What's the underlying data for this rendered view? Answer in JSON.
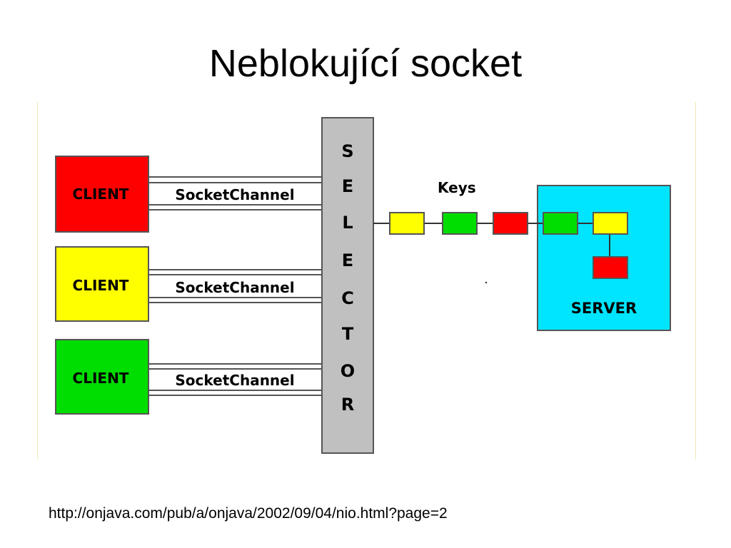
{
  "title": "Neblokující socket",
  "diagram": {
    "clients": [
      {
        "label": "CLIENT",
        "color": "#ff0000",
        "channel_label": "SocketChannel"
      },
      {
        "label": "CLIENT",
        "color": "#ffff00",
        "channel_label": "SocketChannel"
      },
      {
        "label": "CLIENT",
        "color": "#00dd00",
        "channel_label": "SocketChannel"
      }
    ],
    "selector": {
      "letters": [
        "S",
        "E",
        "L",
        "E",
        "C",
        "T",
        "O",
        "R"
      ],
      "color": "#c0c0c0"
    },
    "keys_label": "Keys",
    "keys": [
      {
        "color": "#ffff00"
      },
      {
        "color": "#00dd00"
      },
      {
        "color": "#ff0000"
      },
      {
        "color": "#00dd00"
      },
      {
        "color": "#ffff00"
      }
    ],
    "server_key": {
      "color": "#ff0000"
    },
    "server": {
      "label": "SERVER",
      "color": "#00e5ff"
    }
  },
  "source_url": "http://onjava.com/pub/a/onjava/2002/09/04/nio.html?page=2"
}
